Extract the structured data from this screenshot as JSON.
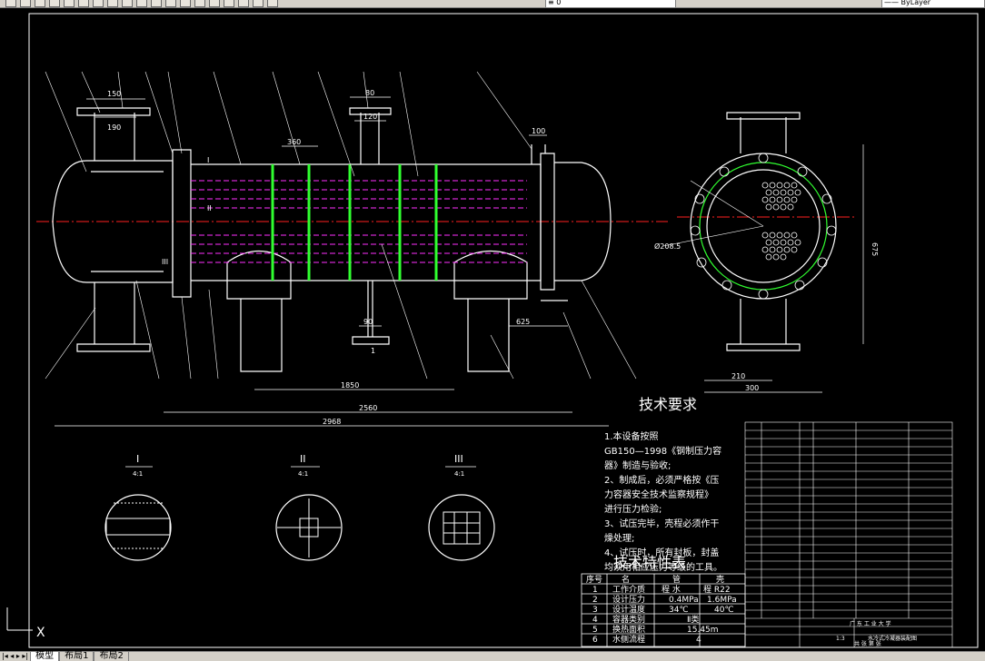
{
  "toolbar": {
    "layer_field": "≡ 0",
    "linetype_field": "—— ByLayer"
  },
  "drawing": {
    "notes_title": "技术要求",
    "notes": [
      "1.本设备按照",
      "GB150—1998《钢制压力容",
      "器》制造与验收;",
      "2、制成后，必须严格按《压",
      "力容器安全技术监察规程》",
      "进行压力检验;",
      "3、试压完毕，壳程必须作干",
      "燥处理;",
      "4、试压时，所有封板，封盖",
      "均须用相应压力等级的工具。"
    ],
    "spec_title": "技术特性表",
    "spec_header": [
      "序号",
      "名",
      "管",
      "壳"
    ],
    "spec_rows": [
      [
        "1",
        "工作介质",
        "程 水",
        "程 R22"
      ],
      [
        "2",
        "设计压力",
        "0.4MPa",
        "1.6MPa"
      ],
      [
        "3",
        "设计温度",
        "34℃",
        "40℃"
      ],
      [
        "4",
        "容器类别",
        "Ⅱ类",
        ""
      ],
      [
        "5",
        "换热面积",
        "15.45m",
        ""
      ],
      [
        "6",
        "水侧流程",
        "4",
        ""
      ]
    ],
    "dimensions": {
      "d150": "150",
      "d190": "190",
      "d360": "360",
      "d80": "80",
      "d120": "120",
      "d100": "100",
      "d625": "625",
      "d1850": "1850",
      "d2560": "2560",
      "d2968": "2968",
      "d210": "210",
      "d300": "300",
      "d675": "675",
      "d2085": "Ø208.5",
      "d90": "90",
      "d1": "1"
    },
    "section_labels": [
      {
        "num": "I",
        "scale": "4:1"
      },
      {
        "num": "II",
        "scale": "4:1"
      },
      {
        "num": "III",
        "scale": "4:1"
      }
    ],
    "callouts": [
      "I",
      "II",
      "III"
    ],
    "parts_title_block": {
      "school": "广 东 工 业 大 学",
      "title": "水冷式冷凝器装配图",
      "scale": "1:3",
      "sheet": "共 张 第 张"
    }
  },
  "tabs": {
    "nav": "|◂ ◂ ▸ ▸|",
    "items": [
      "模型",
      "布局1",
      "布局2"
    ]
  },
  "ucs_label": "X",
  "colors": {
    "background": "#000000",
    "line": "#ffffff",
    "centerline": "#ff2020",
    "tubes": "#ff30ff",
    "baffles": "#30ff30",
    "ui": "#d4d0c8"
  }
}
